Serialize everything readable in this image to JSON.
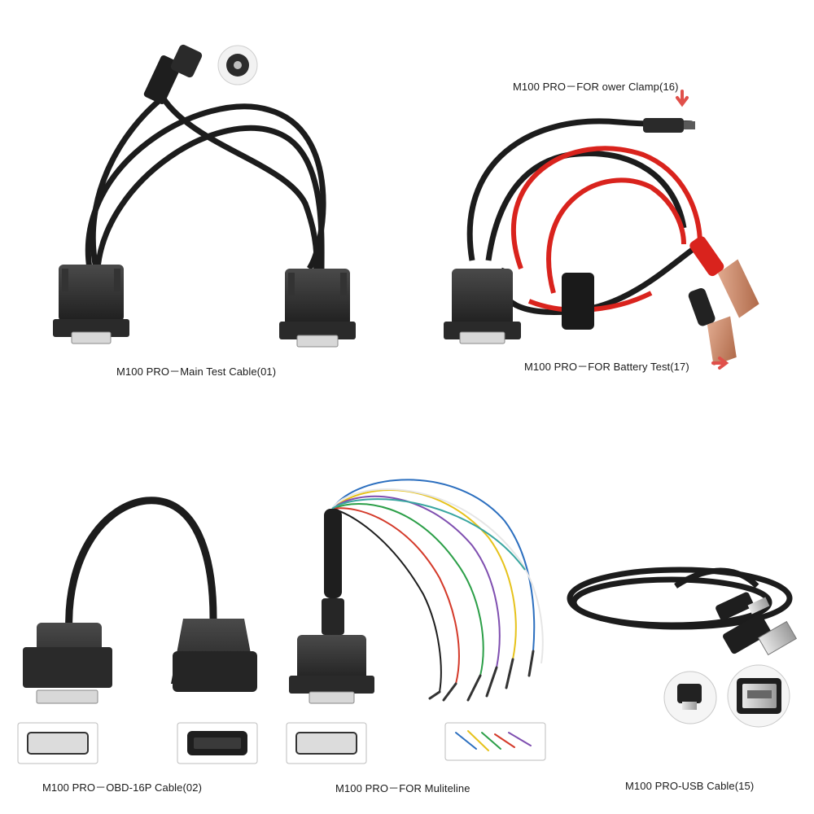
{
  "products": [
    {
      "id": "main-test-cable",
      "label": "M100 PRO－Main Test Cable(01)"
    },
    {
      "id": "power-clamp",
      "label": "M100 PRO－FOR  ower Clamp(16)"
    },
    {
      "id": "battery-test",
      "label": "M100 PRO－FOR Battery Test(17)"
    },
    {
      "id": "obd-16p-cable",
      "label": "M100 PRO－OBD-16P Cable(02)"
    },
    {
      "id": "multiline",
      "label": "M100 PRO－FOR Mulitelinе"
    },
    {
      "id": "usb-cable",
      "label": "M100 PRO-USB Cable(15)"
    }
  ],
  "colors": {
    "cable": "#1c1c1c",
    "connector": "#2b2b2b",
    "red_wire": "#d9231d",
    "arrow": "#e0504a",
    "copper": "#c7856a"
  }
}
